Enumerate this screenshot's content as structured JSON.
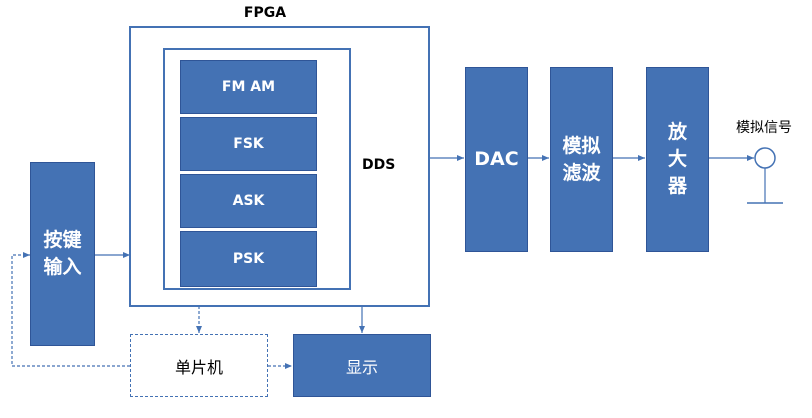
{
  "fpga": {
    "title": "FPGA",
    "dds_label": "DDS"
  },
  "modulations": [
    {
      "label": "FM AM"
    },
    {
      "label": "FSK"
    },
    {
      "label": "ASK"
    },
    {
      "label": "PSK"
    }
  ],
  "blocks": {
    "keypad": "按键\n输入",
    "dac": "DAC",
    "filter": "模拟\n滤波",
    "amplifier": "放\n大\n器",
    "mcu": "单片机",
    "display": "显示"
  },
  "output": {
    "label": "模拟信号"
  },
  "colors": {
    "block_fill": "#4472b4",
    "line": "#4472b4"
  }
}
